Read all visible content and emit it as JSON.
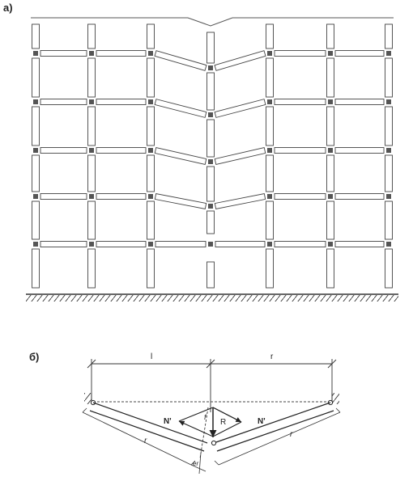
{
  "panels": {
    "a": {
      "label": "а)"
    },
    "b": {
      "label": "б)",
      "dim_left": "l",
      "dim_right": "r",
      "force_left": "N'",
      "force_right": "N'",
      "resultant": "R",
      "height": "f",
      "member_left": "r",
      "member_right": "r",
      "gap": "er"
    }
  }
}
